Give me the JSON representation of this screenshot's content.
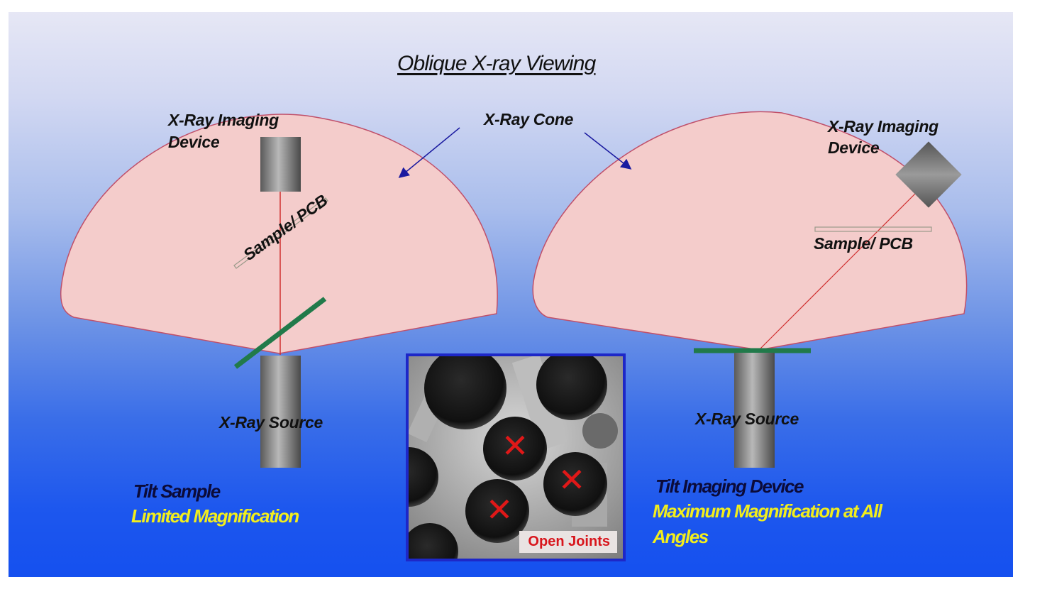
{
  "title": "Oblique X-ray Viewing",
  "cone_label": "X-Ray Cone",
  "left": {
    "imaging_device_line1": "X-Ray Imaging",
    "imaging_device_line2": "Device",
    "sample_label": "Sample/ PCB",
    "source_label": "X-Ray Source",
    "caption_title": "Tilt Sample",
    "caption_subtitle": "Limited Magnification"
  },
  "right": {
    "imaging_device_line1": "X-Ray Imaging",
    "imaging_device_line2": "Device",
    "sample_label": "Sample/ PCB",
    "source_label": "X-Ray Source",
    "caption_title": "Tilt Imaging Device",
    "caption_subtitle_line1": "Maximum Magnification at All",
    "caption_subtitle_line2": "Angles"
  },
  "photo": {
    "label": "Open Joints",
    "marker_symbol": "✕"
  },
  "colors": {
    "cone_fill": "#f4cccb",
    "cone_stroke": "#c0506a",
    "beam": "#d03030",
    "pcb": "#217a4a",
    "arrow": "#1a1aa0",
    "caption_yellow": "#f2ee1c",
    "photo_border": "#1d27c8",
    "photo_label": "#d8151c"
  }
}
